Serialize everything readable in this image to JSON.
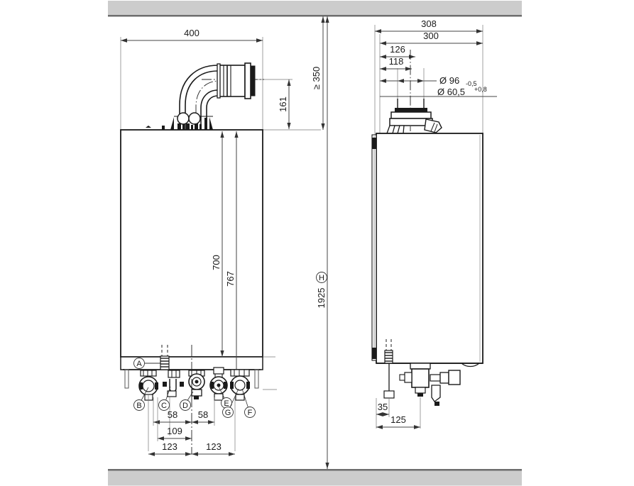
{
  "drawing": {
    "title": "Wall-mounted boiler installation dimension drawing",
    "units": "mm",
    "bands": {
      "ceiling_label": "ceiling-band",
      "floor_label": "floor-band",
      "color": "#cccccc",
      "edge_color": "#666666"
    },
    "colors": {
      "line": "#1a1a1a",
      "thin_line": "#555555",
      "dim_line": "#444444",
      "hatch": "#000000"
    }
  },
  "front_view": {
    "name": "front-elevation",
    "dimensions": {
      "width_total": "400",
      "flue_height": "161",
      "clearance_top": "≥ 350",
      "body_height": "700",
      "body_to_connections": "767",
      "overall_height": "1925",
      "overall_height_ref": "H",
      "spacing_left_inner": "58",
      "spacing_right_inner": "58",
      "offset_109": "109",
      "span_left": "123",
      "span_right": "123"
    },
    "callouts": [
      {
        "id": "A",
        "label": "A"
      },
      {
        "id": "B",
        "label": "B"
      },
      {
        "id": "C",
        "label": "C"
      },
      {
        "id": "D",
        "label": "D"
      },
      {
        "id": "E",
        "label": "E"
      },
      {
        "id": "F",
        "label": "F"
      },
      {
        "id": "G",
        "label": "G"
      }
    ]
  },
  "side_view": {
    "name": "side-elevation",
    "dimensions": {
      "depth_total": "308",
      "depth_body": "300",
      "flue_offset_outer": "126",
      "flue_offset_inner": "118",
      "flue_outer_dia": "Ø 96",
      "flue_outer_tol": "-0,5",
      "flue_inner_dia": "Ø 60,5",
      "flue_inner_tol": "+0,8",
      "conn_offset_small": "35",
      "conn_offset_large": "125"
    }
  }
}
